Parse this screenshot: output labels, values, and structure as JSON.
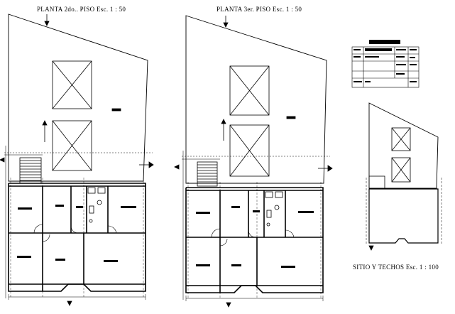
{
  "drawing": {
    "plan_2": {
      "title": "PLANTA  2do.. PISO   Esc. 1 : 50"
    },
    "plan_3": {
      "title": "PLANTA  3er. PISO   Esc. 1 : 50"
    },
    "site": {
      "title": "SITIO  Y  TECHOS  Esc. 1 : 100"
    }
  },
  "colors": {
    "line": "#000000",
    "background": "#ffffff"
  },
  "icons": [
    "north-arrow-icon",
    "section-marker-icon",
    "skylight-cross-icon",
    "stair-icon",
    "door-swing-icon"
  ]
}
